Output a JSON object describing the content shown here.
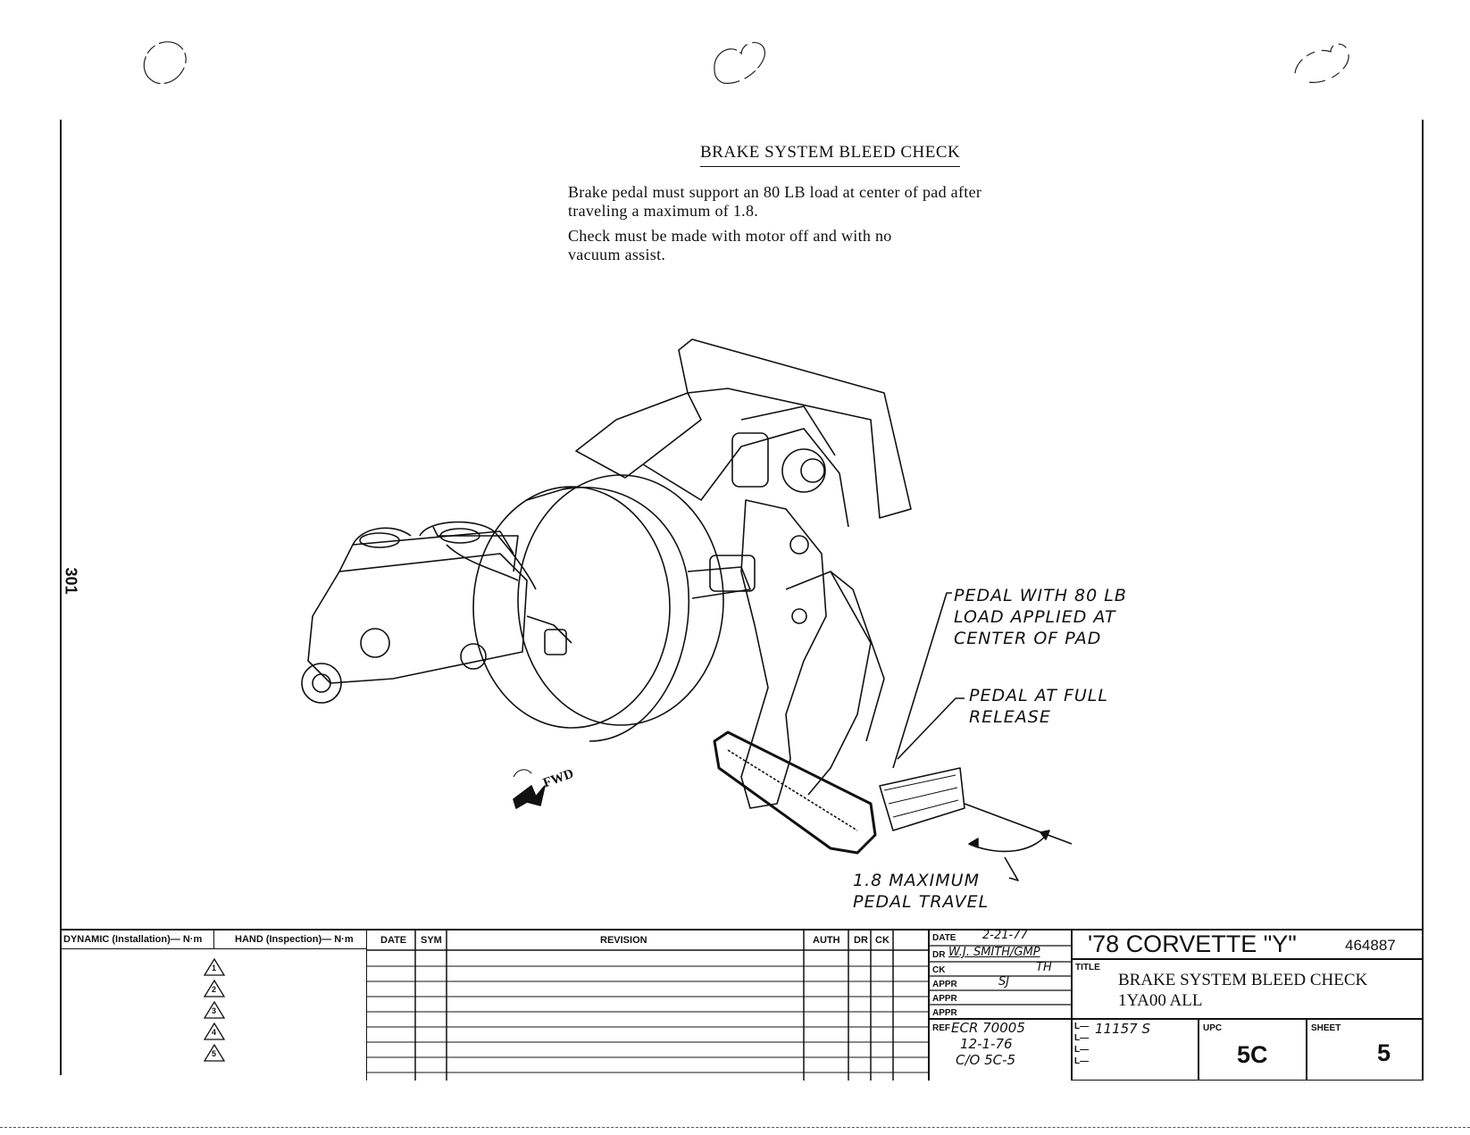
{
  "page_number": "301",
  "heading": "BRAKE SYSTEM BLEED CHECK",
  "paragraphs": [
    [
      "Brake pedal must support an 80 LB load at center of pad after",
      "traveling a maximum of 1.8."
    ],
    [
      "Check must be made with motor off and with no",
      "vacuum assist."
    ]
  ],
  "callouts": {
    "loaded": [
      "PEDAL WITH 80 LB",
      "LOAD APPLIED AT",
      "CENTER OF PAD"
    ],
    "released": [
      "PEDAL AT FULL",
      "RELEASE"
    ],
    "travel": [
      "1.8 MAXIMUM",
      "PEDAL TRAVEL"
    ],
    "fwd": "FWD"
  },
  "title_block": {
    "dynamic_label": "DYNAMIC (Installation)— N·m",
    "hand_label": "HAND (Inspection)— N·m",
    "triangles": [
      "1",
      "2",
      "3",
      "4",
      "5"
    ],
    "rev_headers": [
      "DATE",
      "SYM",
      "REVISION",
      "AUTH",
      "DR",
      "CK"
    ],
    "date_label": "DATE",
    "date_value": "2-21-77",
    "dr_label": "DR",
    "dr_value": "W.J. SMITH/GMP",
    "ck_label": "CK",
    "ck_value": "TH",
    "appr_label": "APPR",
    "appr_value": "SJ",
    "appr2_label": "APPR",
    "appr3_label": "APPR",
    "ref_label": "REF",
    "ref_lines": [
      "ECR 70005",
      "12-1-76",
      "C/O 5C-5"
    ],
    "model": "'78 CORVETTE \"Y\"",
    "part_number": "464887",
    "title_label": "TITLE",
    "title_lines": [
      "BRAKE SYSTEM BLEED CHECK",
      "1YA00 ALL"
    ],
    "l_value": "11157 S",
    "upc_label": "UPC",
    "upc_value": "5C",
    "sheet_label": "SHEET",
    "sheet_value": "5"
  }
}
